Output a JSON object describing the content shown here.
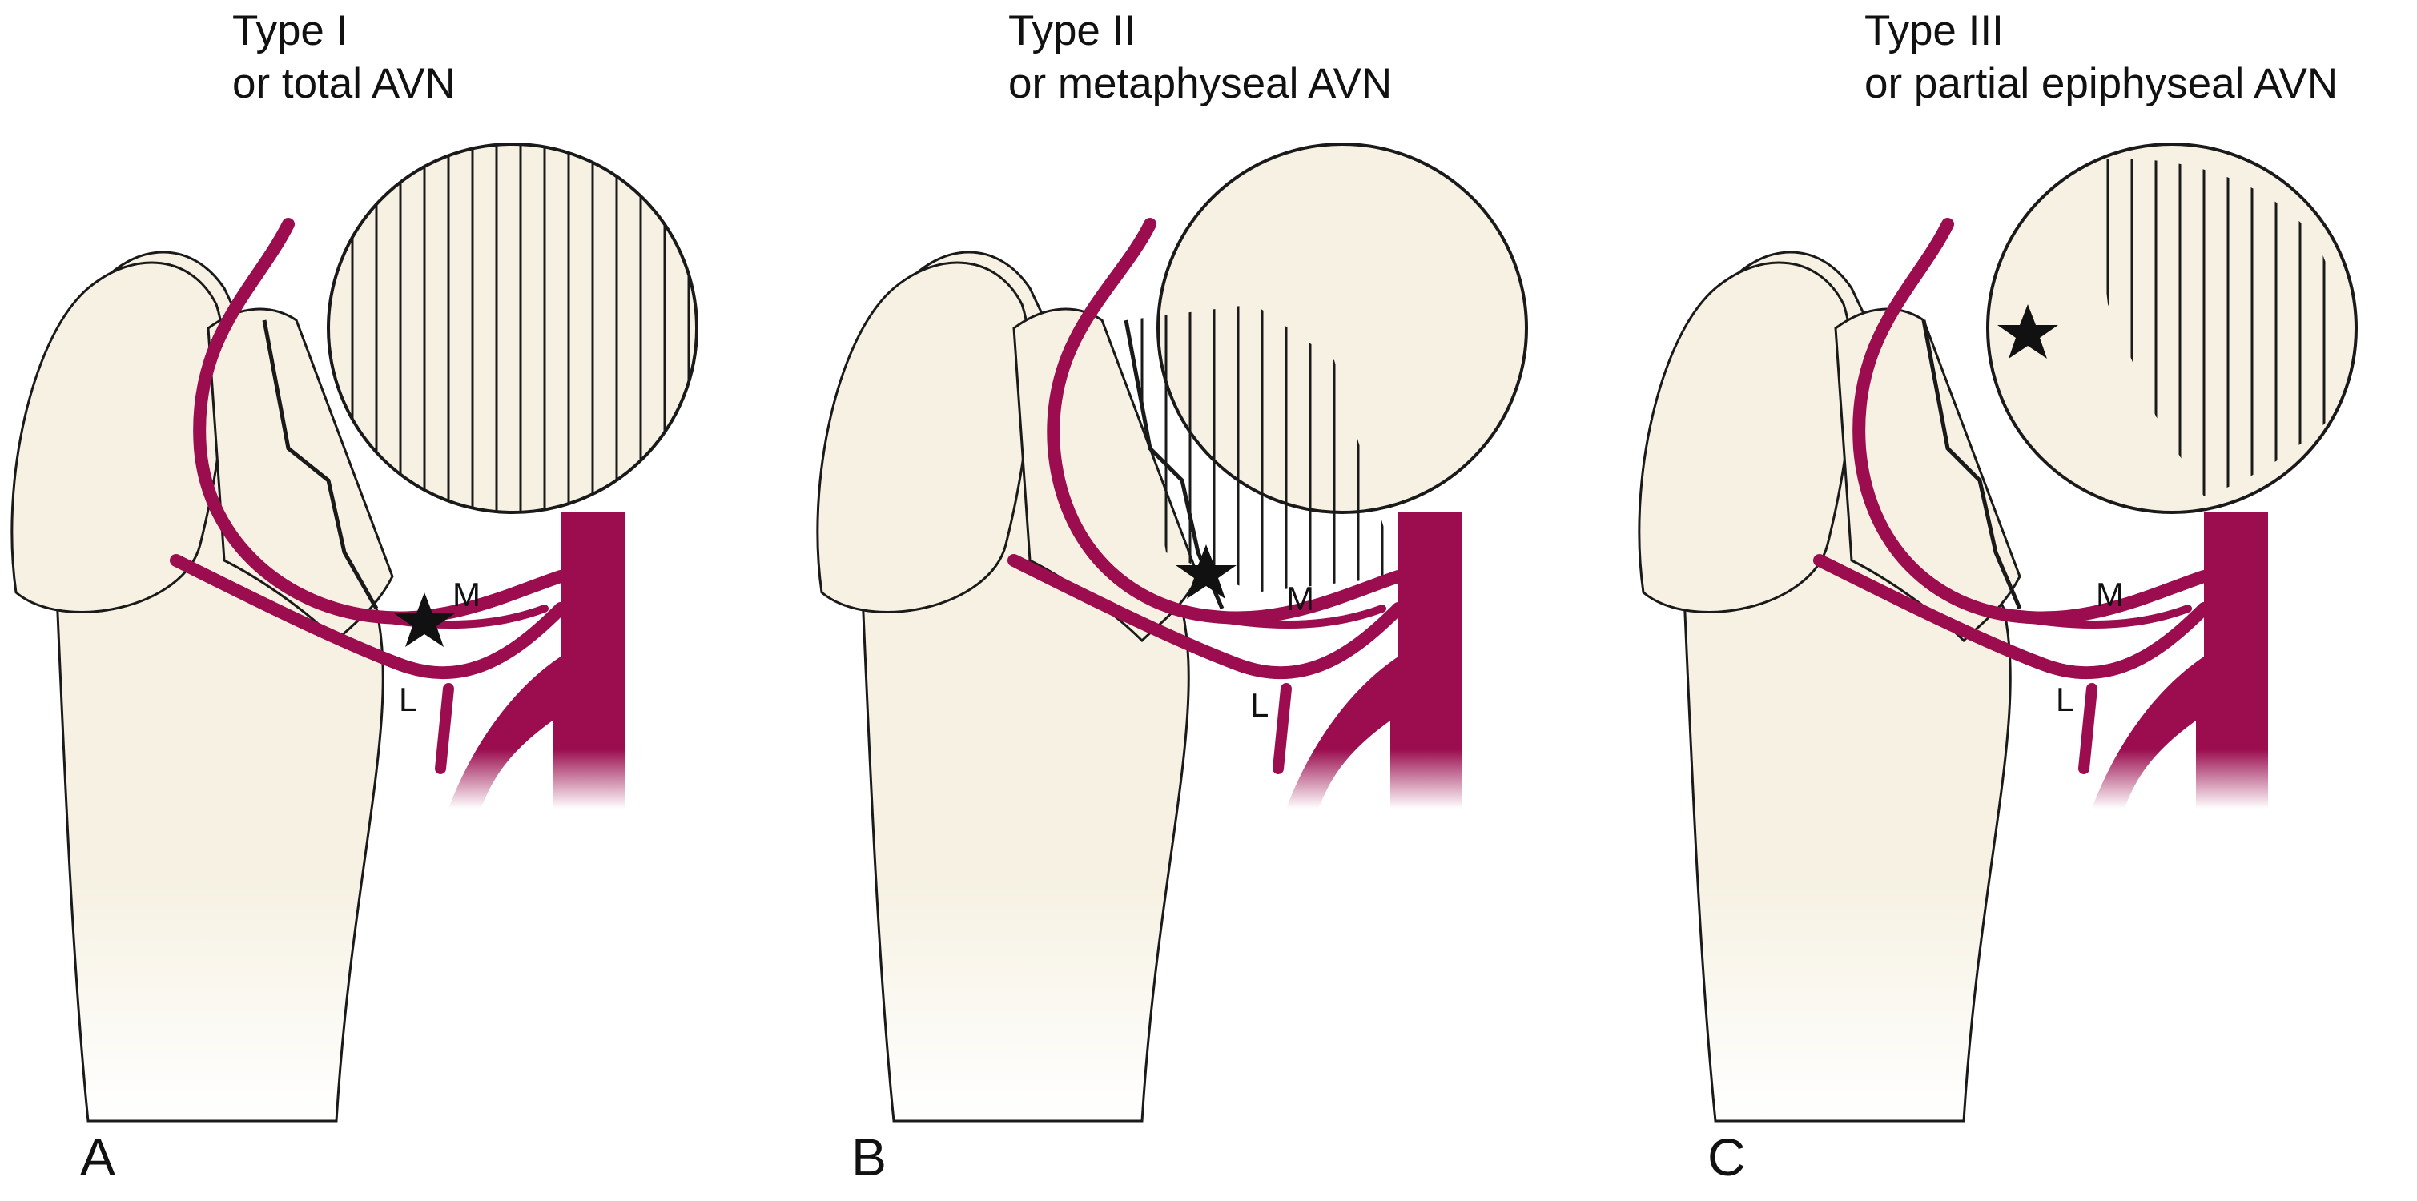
{
  "colors": {
    "bone": "#f6f1e2",
    "outline": "#1a1a1a",
    "vessel": "#9b0d4f",
    "hatch": "#1a1a1a",
    "star": "#111111"
  },
  "panels": [
    {
      "letter": "A",
      "title_line1": "Type I",
      "title_line2": "or total AVN",
      "vessel_medial": "M",
      "vessel_lateral": "L"
    },
    {
      "letter": "B",
      "title_line1": "Type II",
      "title_line2": "or metaphyseal AVN",
      "vessel_medial": "M",
      "vessel_lateral": "L"
    },
    {
      "letter": "C",
      "title_line1": "Type III",
      "title_line2": "or partial epiphyseal AVN",
      "vessel_medial": "M",
      "vessel_lateral": "L"
    }
  ]
}
